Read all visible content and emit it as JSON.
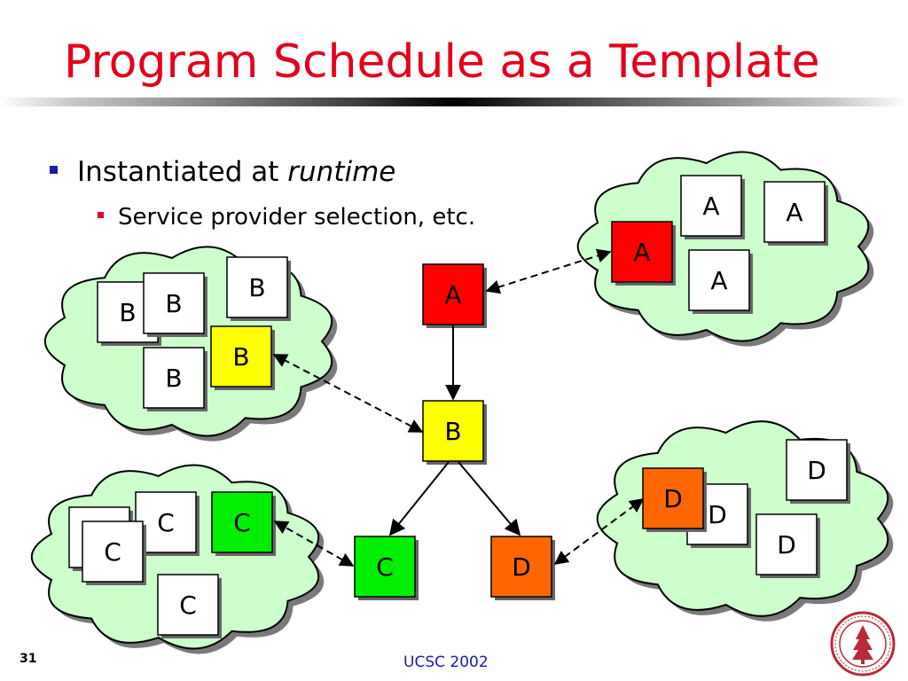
{
  "slide": {
    "title": "Program Schedule as a Template",
    "bullet1_text": "Instantiated at ",
    "bullet1_emph": "runtime",
    "bullet2_text": "Service provider selection, etc.",
    "page_number": "31",
    "footer": "UCSC 2002"
  },
  "colors": {
    "title": "#e3001b",
    "cloud_fill": "#ccffcc",
    "red": "#ff0000",
    "yellow": "#ffff00",
    "green": "#00ee00",
    "orange": "#ff6600",
    "footer": "#1a1aa8"
  },
  "diagram": {
    "template_nodes": [
      {
        "label": "A"
      },
      {
        "label": "B"
      },
      {
        "label": "C"
      },
      {
        "label": "D"
      }
    ],
    "clouds": {
      "a": {
        "nodes": [
          {
            "label": "A",
            "selected": false
          },
          {
            "label": "A",
            "selected": false
          },
          {
            "label": "A",
            "selected": true
          },
          {
            "label": "A",
            "selected": false
          }
        ]
      },
      "b": {
        "nodes": [
          {
            "label": "B",
            "selected": false
          },
          {
            "label": "B",
            "selected": false
          },
          {
            "label": "B",
            "selected": false
          },
          {
            "label": "B",
            "selected": true
          },
          {
            "label": "B",
            "selected": false
          }
        ]
      },
      "c": {
        "nodes": [
          {
            "label": "",
            "selected": false
          },
          {
            "label": "C",
            "selected": false
          },
          {
            "label": "C",
            "selected": false
          },
          {
            "label": "C",
            "selected": true
          },
          {
            "label": "C",
            "selected": false
          }
        ]
      },
      "d": {
        "nodes": [
          {
            "label": "D",
            "selected": false
          },
          {
            "label": "D",
            "selected": false
          },
          {
            "label": "D",
            "selected": true
          },
          {
            "label": "D",
            "selected": false
          }
        ]
      }
    }
  },
  "seal": {
    "icon": "stanford-seal-icon"
  }
}
